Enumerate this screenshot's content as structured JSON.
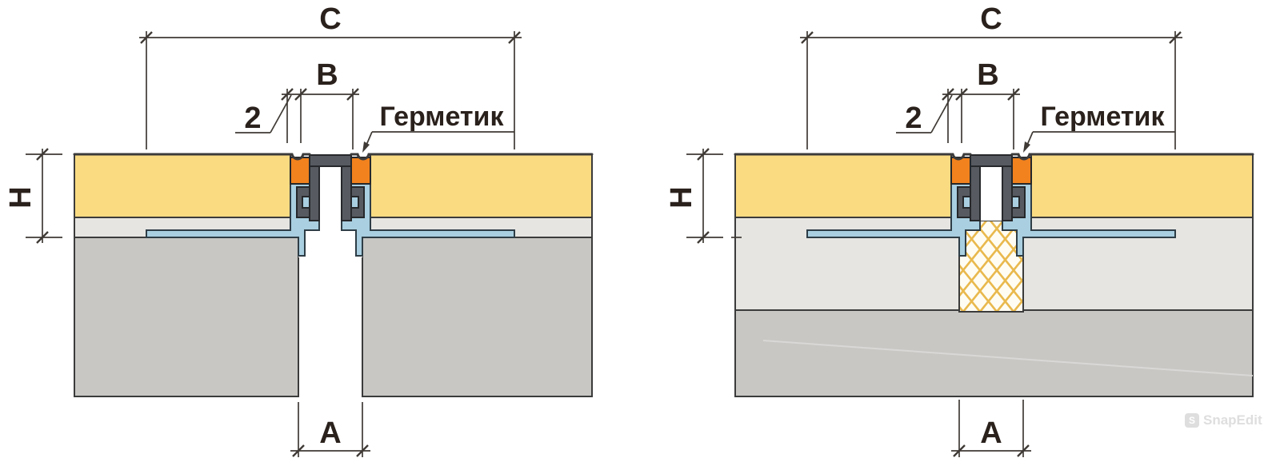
{
  "labels": {
    "dim_c": "C",
    "dim_b": "B",
    "dim_offset": "2",
    "dim_h": "H",
    "dim_a": "A",
    "sealant": "Герметик"
  },
  "watermark": {
    "text": "SnapEdit",
    "logo_letter": "S"
  },
  "colors": {
    "bg": "#ffffff",
    "yellow": "#fadb82",
    "gray_light": "#e6e5e2",
    "gray_mid": "#c8c7c4",
    "outline": "#3b3b3b",
    "charcoal": "#575b61",
    "charcoal_dark": "#26282b",
    "blue": "#a9cfe0",
    "blue_dark": "#2e3d46",
    "orange": "#f1821e",
    "hatch_line": "#e9b94d",
    "hatch_bg": "#fffdf3",
    "dim": "#3f3a35",
    "text": "#2a211c",
    "vein": "#d9d8d6",
    "watermark": "#c4c4c4"
  }
}
